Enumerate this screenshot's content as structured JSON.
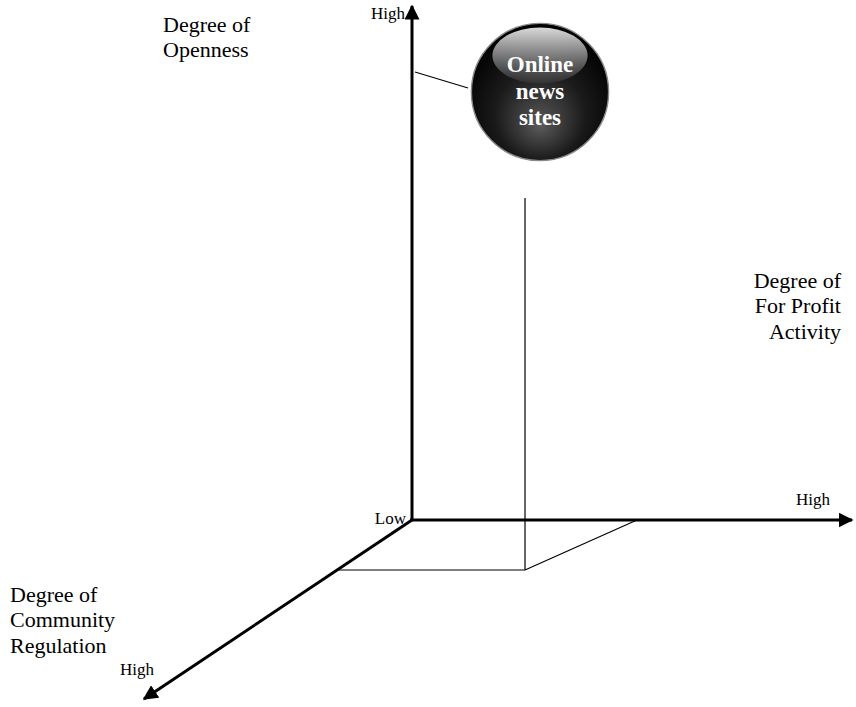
{
  "diagram": {
    "nodes": [
      {
        "text": [
          "Online news sites"
        ]
      }
    ],
    "labels": [
      "Degree of Openness",
      "High",
      "Degree of For Profit Activity",
      "High",
      "Low",
      "Degree of Community Regulation",
      "High"
    ]
  }
}
